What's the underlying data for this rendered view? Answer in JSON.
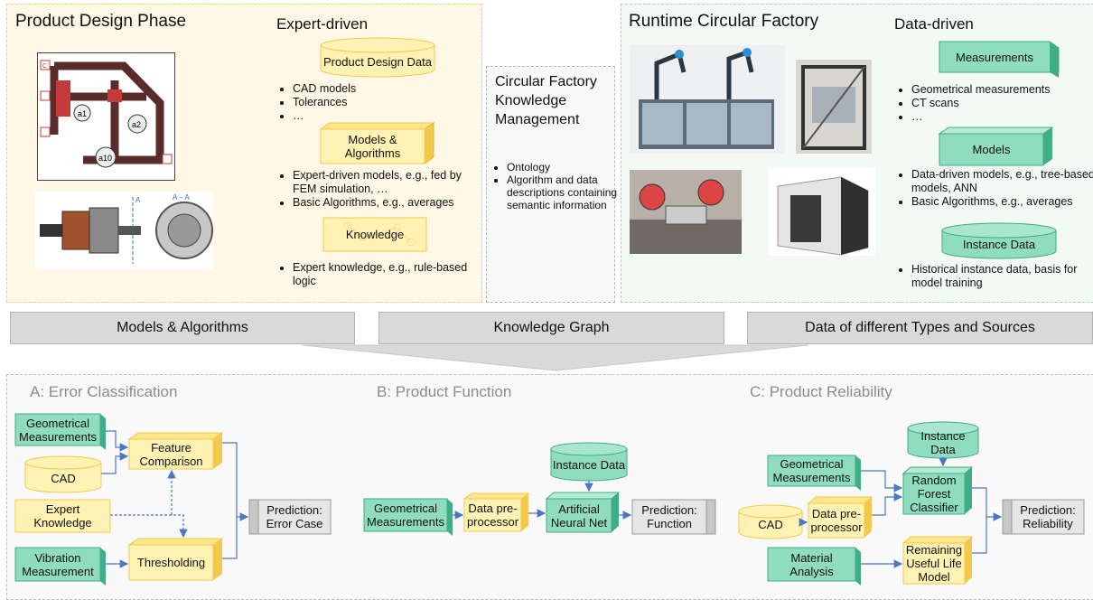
{
  "design": {
    "title": "Product Design Phase",
    "subtitle": "Expert-driven",
    "db_label": "Product Design Data",
    "bullets1": [
      "CAD models",
      "Tolerances",
      "…"
    ],
    "models_label": "Models & Algorithms",
    "bullets2": [
      "Expert-driven models, e.g., fed by FEM simulation, …",
      "Basic Algorithms, e.g., averages"
    ],
    "knowledge_label": "Knowledge",
    "bullets3": [
      "Expert knowledge, e.g., rule-based logic"
    ],
    "drawing_labels": {
      "c": "C",
      "a1": "a1",
      "a2": "a2",
      "a10": "a10",
      "a": "A",
      "aa": "A – A"
    }
  },
  "km": {
    "title": "Circular Factory Knowledge Management",
    "bullets": [
      "Ontology",
      "Algorithm and data descriptions containing semantic information"
    ]
  },
  "runtime": {
    "title": "Runtime Circular Factory",
    "subtitle": "Data-driven",
    "measurements_label": "Measurements",
    "bullets1": [
      "Geometrical measurements",
      "CT scans",
      "…"
    ],
    "models_label": "Models",
    "bullets2": [
      "Data-driven models, e.g., tree-based models, ANN",
      "Basic Algorithms, e.g., averages"
    ],
    "instance_label": "Instance Data",
    "bullets3": [
      "Historical instance data, basis for model training"
    ]
  },
  "bars": [
    "Models & Algorithms",
    "Knowledge Graph",
    "Data of different Types and Sources"
  ],
  "sectionA": {
    "title": "A: Error Classification",
    "geo": "Geometrical Measurements",
    "cad": "CAD",
    "expert": "Expert Knowledge",
    "vibration": "Vibration Measurement",
    "feature": "Feature Comparison",
    "threshold": "Thresholding",
    "prediction": "Prediction: Error Case"
  },
  "sectionB": {
    "title": "B: Product Function",
    "geo": "Geometrical Measurements",
    "prep": "Data pre-processor",
    "instance": "Instance Data",
    "ann": "Artificial Neural Net",
    "prediction": "Prediction: Function"
  },
  "sectionC": {
    "title": "C: Product Reliability",
    "geo": "Geometrical Measurements",
    "cad": "CAD",
    "prep": "Data pre-processor",
    "instance": "Instance Data",
    "rf": "Random Forest Classifier",
    "material": "Material Analysis",
    "rul": "Remaining Useful Life Model",
    "prediction": "Prediction: Reliability"
  },
  "colors": {
    "yellow_fill": "#fff2b3",
    "yellow_edge": "#f2c94c",
    "green_fill": "#8fdcbf",
    "green_edge": "#3fae84",
    "gray_fill": "#d9d9d9",
    "arrow": "#4a78c2"
  }
}
